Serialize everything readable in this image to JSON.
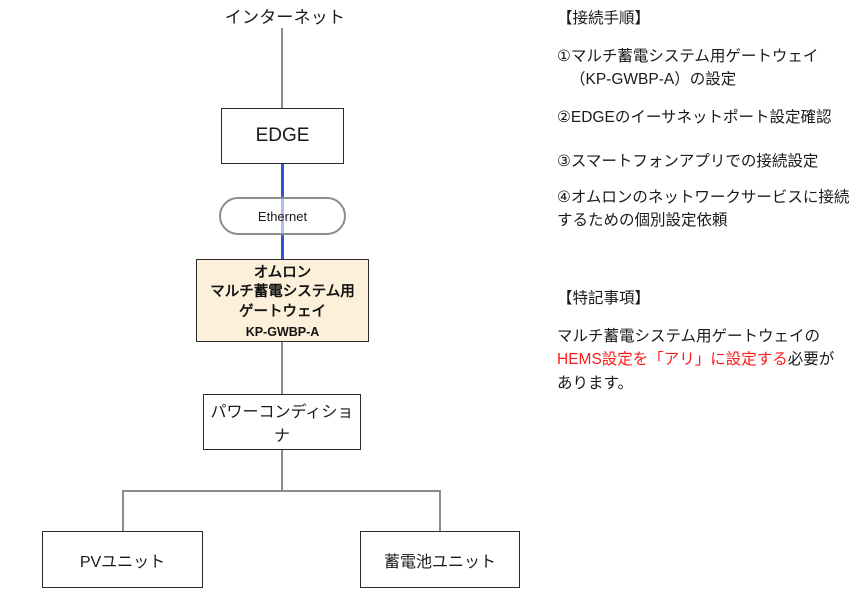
{
  "diagram": {
    "internet_label": "インターネット",
    "nodes": {
      "edge": {
        "label": "EDGE"
      },
      "ethernet": {
        "label": "Ethernet"
      },
      "gateway": {
        "line1": "オムロン",
        "line2": "マルチ蓄電システム用",
        "line3": "ゲートウェイ",
        "model": "KP-GWBP-A"
      },
      "pcs": {
        "label": "パワーコンディショナ"
      },
      "pv": {
        "label": "PVユニット"
      },
      "battery": {
        "label": "蓄電池ユニット"
      }
    },
    "colors": {
      "gateway_fill": "#fdf0da",
      "ethernet_link": "#2f55d4",
      "node_border": "#2b2b2b",
      "connector": "#8c8c8c",
      "highlight_text": "#ff1a1a"
    }
  },
  "notes": {
    "procedure_title": "【接続手順】",
    "steps": [
      {
        "line1": "①マルチ蓄電システム用ゲートウェイ",
        "line2": "（KP-GWBP-A）の設定"
      },
      {
        "line1": "②EDGEのイーサネットポート設定確認",
        "line2": ""
      },
      {
        "line1": "③スマートフォンアプリでの接続設定",
        "line2": ""
      },
      {
        "line1": "④オムロンのネットワークサービスに接続",
        "line2": "するための個別設定依頼"
      }
    ],
    "remarks_title": "【特記事項】",
    "remarks": {
      "line1": "マルチ蓄電システム用ゲートウェイの",
      "line2_red": "HEMS設定を「アリ」に設定する",
      "line2_black": "必要が",
      "line3": "あります。"
    }
  }
}
